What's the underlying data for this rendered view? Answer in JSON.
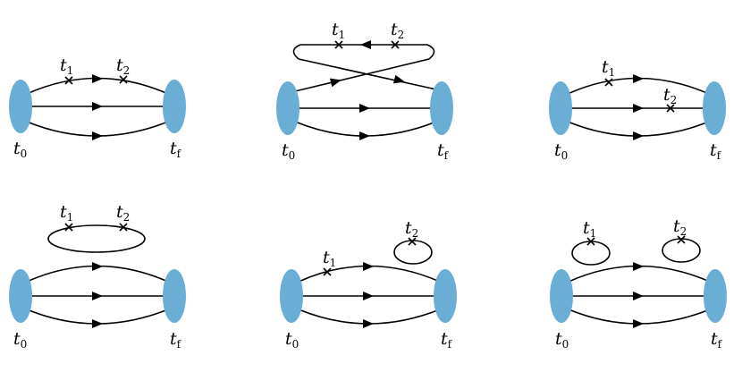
{
  "colors": {
    "blob": "#6aaed6",
    "line": "#000000"
  },
  "labels": {
    "t_symbol": "t",
    "sub0": "0",
    "sub1": "1",
    "sub2": "2",
    "subf": "f"
  },
  "diagrams": [
    {
      "name": "diagram-1",
      "description_labels": [
        "t_0",
        "t_f",
        "t_1",
        "t_2"
      ]
    },
    {
      "name": "diagram-2",
      "description_labels": [
        "t_0",
        "t_f",
        "t_1",
        "t_2"
      ]
    },
    {
      "name": "diagram-3",
      "description_labels": [
        "t_0",
        "t_f",
        "t_1",
        "t_2"
      ]
    },
    {
      "name": "diagram-4",
      "description_labels": [
        "t_0",
        "t_f",
        "t_1",
        "t_2"
      ]
    },
    {
      "name": "diagram-5",
      "description_labels": [
        "t_0",
        "t_f",
        "t_1",
        "t_2"
      ]
    },
    {
      "name": "diagram-6",
      "description_labels": [
        "t_0",
        "t_f",
        "t_1",
        "t_2"
      ]
    }
  ]
}
